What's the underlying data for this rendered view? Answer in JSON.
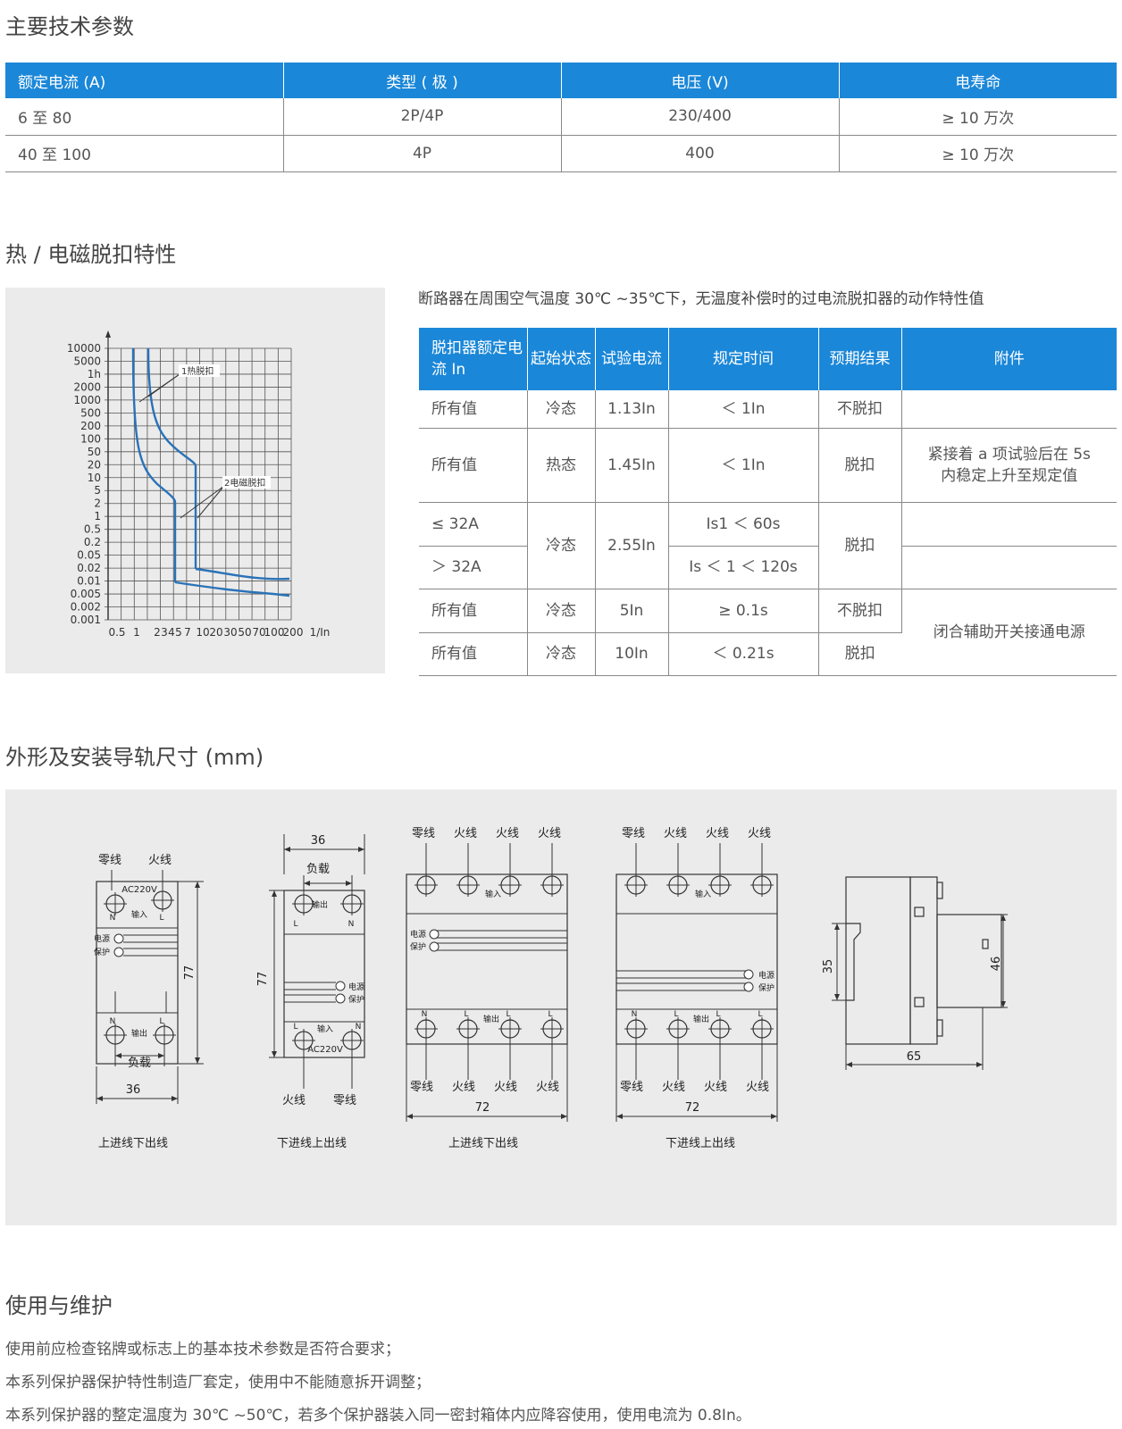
{
  "sections": {
    "spec_title": "主要技术参数",
    "curve_title": "热 / 电磁脱扣特性",
    "dim_title": "外形及安装导轨尺寸 (mm)",
    "maint_title": "使用与维护"
  },
  "spec_table": {
    "headers": [
      "额定电流 (A)",
      "类型 ( 极 )",
      "电压 (V)",
      "电寿命"
    ],
    "rows": [
      [
        "6 至 80",
        "2P/4P",
        "230/400",
        "≥ 10 万次"
      ],
      [
        "40 至 100",
        "4P",
        "400",
        "≥ 10 万次"
      ]
    ]
  },
  "curve": {
    "y_ticks": [
      "10000",
      "5000",
      "1h",
      "2000",
      "1000",
      "500",
      "200",
      "100",
      "50",
      "20",
      "10",
      "5",
      "2",
      "1",
      "0.5",
      "0.2",
      "0.05",
      "0.02",
      "0.01",
      "0.005",
      "0.002",
      "0.001"
    ],
    "x_ticks": [
      "0.5",
      "1",
      "2",
      "3",
      "4",
      "5",
      "7",
      "10",
      "20",
      "30",
      "50",
      "70",
      "100",
      "200"
    ],
    "x_unit": "1/In",
    "label_thermal": "1热脱扣",
    "label_magnetic": "2电磁脱扣",
    "colors": {
      "curve": "#2a72b8",
      "grid": "#555555"
    }
  },
  "trip_note": "断路器在周围空气温度 30℃ ~35℃下，无温度补偿时的过电流脱扣器的动作特性值",
  "trip_table": {
    "headers": [
      "脱扣器额定电流 In",
      "起始状态",
      "试验电流",
      "规定时间",
      "预期结果",
      "附件"
    ],
    "r1": [
      "所有值",
      "冷态",
      "1.13In",
      "＜ 1In",
      "不脱扣",
      ""
    ],
    "r2": [
      "所有值",
      "热态",
      "1.45In",
      "＜ 1In",
      "脱扣",
      "紧接着 a 项试验后在 5s 内稳定上升至规定值"
    ],
    "r3a": "≤ 32A",
    "r3b": "＞ 32A",
    "r3_state": "冷态",
    "r3_current": "2.55In",
    "r3_time_a": "Is1 ＜ 60s",
    "r3_time_b": "Is ＜ 1 ＜ 120s",
    "r3_result": "脱扣",
    "r4": [
      "所有值",
      "冷态",
      "5In",
      "≥ 0.1s",
      "不脱扣"
    ],
    "r5": [
      "所有值",
      "冷态",
      "10In",
      "＜ 0.21s",
      "脱扣"
    ],
    "r45_note": "闭合辅助开关接通电源"
  },
  "dims": {
    "d1": {
      "top": [
        "零线",
        "火线"
      ],
      "ac": "AC220V",
      "n": "N",
      "l": "L",
      "in": "输入",
      "out": "输出",
      "power": "电源",
      "protect": "保护",
      "load": "负载",
      "w": "36",
      "h": "77",
      "caption": "上进线下出线"
    },
    "d2": {
      "w": "36",
      "load": "负载",
      "out": "输出",
      "in": "输入",
      "ac": "AC220V",
      "power": "电源",
      "protect": "保护",
      "h": "77",
      "bottom": [
        "火线",
        "零线"
      ],
      "caption": "下进线上出线",
      "l": "L",
      "n": "N"
    },
    "d3": {
      "top": [
        "零线",
        "火线",
        "火线",
        "火线"
      ],
      "in": "输入",
      "out": "输出",
      "power": "电源",
      "protect": "保护",
      "n": "N",
      "l": "L",
      "bottom": [
        "零线",
        "火线",
        "火线",
        "火线"
      ],
      "w": "72",
      "caption": "上进线下出线"
    },
    "d4": {
      "top": [
        "零线",
        "火线",
        "火线",
        "火线"
      ],
      "in": "输入",
      "out": "输出",
      "power": "电源",
      "protect": "保护",
      "n": "N",
      "l": "L",
      "bottom": [
        "零线",
        "火线",
        "火线",
        "火线"
      ],
      "w": "72",
      "caption": "下进线上出线"
    },
    "d5": {
      "a": "35",
      "b": "46",
      "c": "65"
    }
  },
  "maintenance": [
    "使用前应检查铭牌或标志上的基本技术参数是否符合要求；",
    "本系列保护器保护特性制造厂套定，使用中不能随意拆开调整；",
    "本系列保护器的整定温度为 30℃ ~50℃，若多个保护器装入同一密封箱体内应降容使用，使用电流为 0.8In。"
  ]
}
